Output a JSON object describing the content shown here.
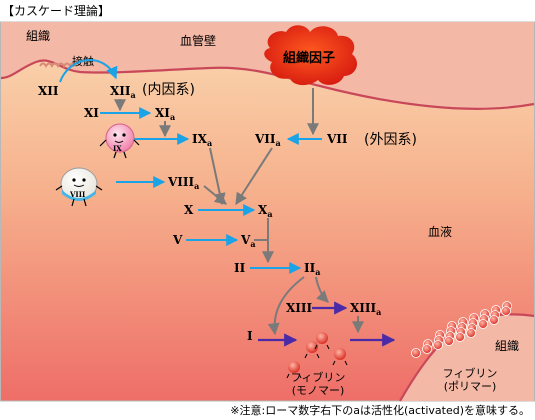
{
  "header": {
    "title": "【カスケード理論】"
  },
  "labels": {
    "tissue_top": "組織",
    "contact": "接触",
    "vessel_wall": "血管壁",
    "tissue_factor": "組織因子",
    "intrinsic": "(内因系)",
    "extrinsic": "(外因系)",
    "blood": "血液",
    "tissue_bottom": "組織",
    "fibrin_monomer_line1": "フィブリン",
    "fibrin_monomer_line2": "(モノマー)",
    "fibrin_polymer_line1": "フィブリン",
    "fibrin_polymer_line2": "(ポリマー)"
  },
  "factors": {
    "f12": {
      "base": "XII",
      "sub": ""
    },
    "f12a": {
      "base": "XII",
      "sub": "a"
    },
    "f11": {
      "base": "XI",
      "sub": ""
    },
    "f11a": {
      "base": "XI",
      "sub": "a"
    },
    "f9": {
      "base": "IX",
      "sub": ""
    },
    "f9a": {
      "base": "IX",
      "sub": "a"
    },
    "f7": {
      "base": "VII",
      "sub": ""
    },
    "f7a": {
      "base": "VII",
      "sub": "a"
    },
    "f8": {
      "base": "VIII",
      "sub": ""
    },
    "f8a": {
      "base": "VIII",
      "sub": "a"
    },
    "f10": {
      "base": "X",
      "sub": ""
    },
    "f10a": {
      "base": "X",
      "sub": "a"
    },
    "f5": {
      "base": "V",
      "sub": ""
    },
    "f5a": {
      "base": "V",
      "sub": "a"
    },
    "f2": {
      "base": "II",
      "sub": ""
    },
    "f2a": {
      "base": "II",
      "sub": "a"
    },
    "f13": {
      "base": "XIII",
      "sub": ""
    },
    "f13a": {
      "base": "XIII",
      "sub": "a"
    },
    "f1": {
      "base": "I",
      "sub": ""
    }
  },
  "footer": {
    "note": "※注意:ローマ数字右下のaは活性化(activated)を意味する。"
  },
  "colors": {
    "tissue_fill": "#f3b8a6",
    "vessel_wall_edge": "#c8485a",
    "tissue_factor": "#e22a10",
    "blood_top": "#f9cfa6",
    "blood_bottom": "#ee7068",
    "arrow_blue": "#1aa3e6",
    "arrow_gray": "#7a7a7a",
    "arrow_purple": "#4a2aa6"
  }
}
